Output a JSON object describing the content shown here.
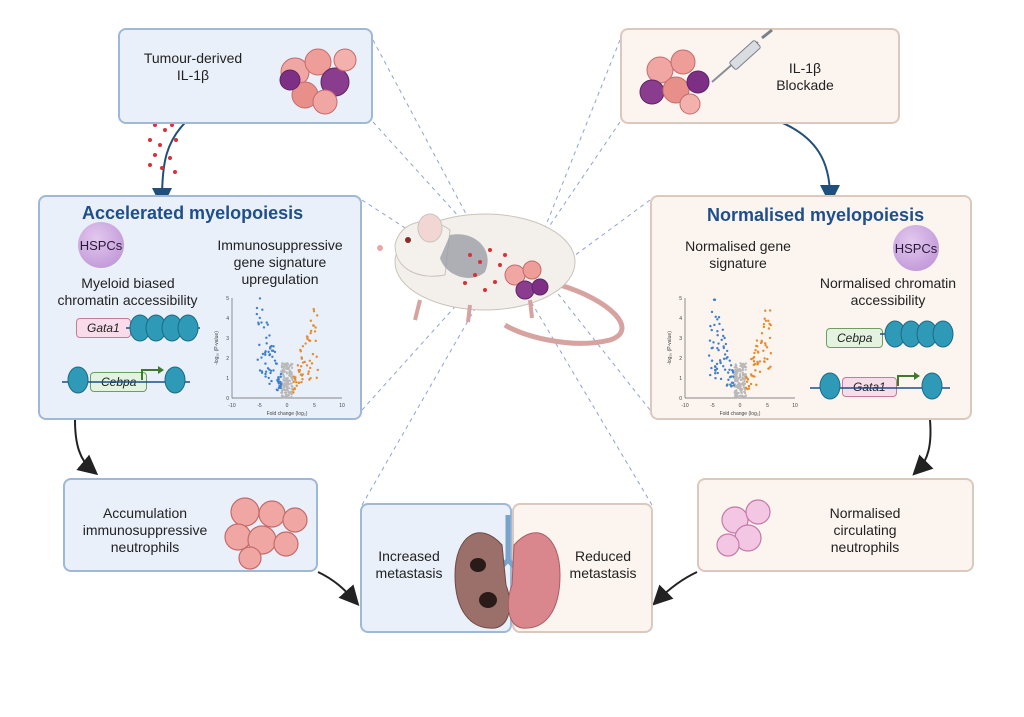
{
  "top_left": {
    "label_line1": "Tumour-derived",
    "label_line2": "IL-1β"
  },
  "top_right": {
    "label_line1": "IL-1β",
    "label_line2": "Blockade"
  },
  "left_panel": {
    "title": "Accelerated myelopoiesis",
    "hspc": "HSPCs",
    "chromatin_line1": "Myeloid biased",
    "chromatin_line2": "chromatin accessibility",
    "signature_line1": "Immunosuppressive",
    "signature_line2": "gene signature",
    "signature_line3": "upregulation",
    "gene_open": "Gata1",
    "gene_closed": "Cebpa"
  },
  "right_panel": {
    "title": "Normalised myelopoiesis",
    "hspc": "HSPCs",
    "signature_line1": "Normalised gene",
    "signature_line2": "signature",
    "chromatin_line1": "Normalised chromatin",
    "chromatin_line2": "accessibility",
    "gene_open": "Cebpa",
    "gene_closed": "Gata1"
  },
  "volcano": {
    "xlabel": "Fold change (log₂)",
    "ylabel": "-log₁₀ (P-value)",
    "xticks": [
      "-10",
      "-5",
      "0",
      "5",
      "10"
    ],
    "yticks": [
      "0",
      "1",
      "2",
      "3",
      "4",
      "5"
    ]
  },
  "bottom_left": {
    "line1": "Accumulation",
    "line2": "immunosuppressive",
    "line3": "neutrophils"
  },
  "bottom_right": {
    "line1": "Normalised",
    "line2": "circulating",
    "line3": "neutrophils"
  },
  "lung": {
    "left_line1": "Increased",
    "left_line2": "metastasis",
    "right_line1": "Reduced",
    "right_line2": "metastasis"
  },
  "colors": {
    "blue_panel": "#e9f0fa",
    "beige_panel": "#fbf4ef",
    "title": "#1f4f8a",
    "up": "#e88a2a",
    "down": "#3f7fcc"
  }
}
